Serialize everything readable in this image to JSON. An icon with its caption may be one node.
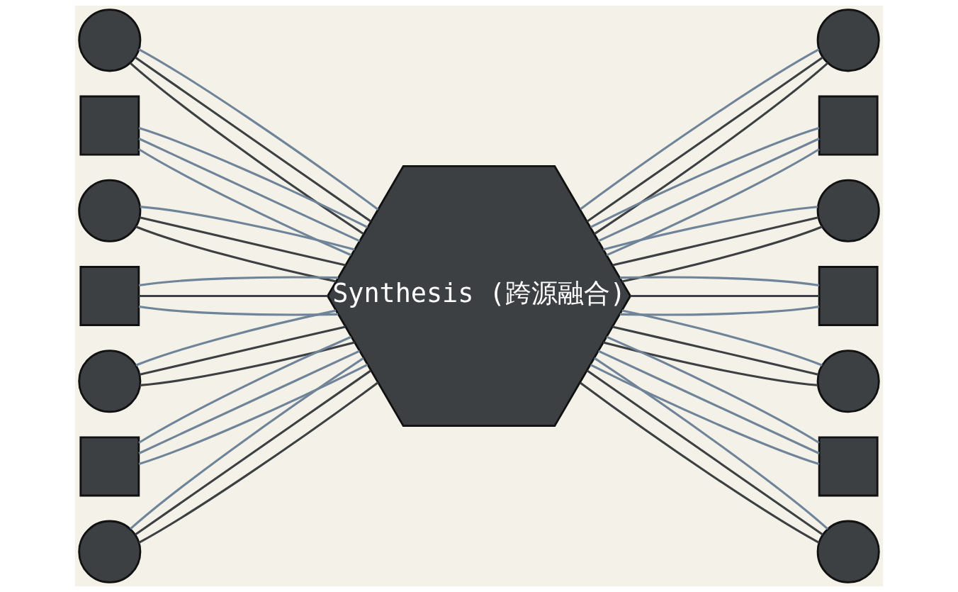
{
  "diagram": {
    "nodes": [
      {
        "text": [
          "Synthesis (跨源融合)"
        ]
      },
      {
        "text": [],
        "shape": "circle"
      },
      {
        "text": [],
        "shape": "box"
      },
      {
        "text": [],
        "shape": "circle"
      },
      {
        "text": [],
        "shape": "box"
      },
      {
        "text": [],
        "shape": "circle"
      },
      {
        "text": [],
        "shape": "box"
      },
      {
        "text": [],
        "shape": "circle"
      },
      {
        "text": [],
        "shape": "circle"
      },
      {
        "text": [],
        "shape": "box"
      },
      {
        "text": [],
        "shape": "circle"
      },
      {
        "text": [],
        "shape": "box"
      },
      {
        "text": [],
        "shape": "circle"
      },
      {
        "text": [],
        "shape": "box"
      },
      {
        "text": [],
        "shape": "circle"
      }
    ],
    "edges": [
      {
        "from": 1,
        "to": 0,
        "arrow": "none",
        "color": "#3d4043"
      },
      {
        "from": 1,
        "to": 0,
        "arrow": "none",
        "color": "#3d4043"
      },
      {
        "from": 1,
        "to": 0,
        "arrow": "none"
      },
      {
        "from": 2,
        "to": 0,
        "arrow": "none"
      },
      {
        "from": 2,
        "to": 0,
        "arrow": "none"
      },
      {
        "from": 2,
        "to": 0,
        "arrow": "none"
      },
      {
        "from": 3,
        "to": 0,
        "arrow": "none",
        "color": "#3d4043"
      },
      {
        "from": 3,
        "to": 0,
        "arrow": "none",
        "color": "#3d4043"
      },
      {
        "from": 3,
        "to": 0,
        "arrow": "none"
      },
      {
        "from": 4,
        "to": 0,
        "arrow": "none"
      },
      {
        "from": 4,
        "to": 0,
        "arrow": "none",
        "color": "#3d4043"
      },
      {
        "from": 4,
        "to": 0,
        "arrow": "none"
      },
      {
        "from": 5,
        "to": 0,
        "arrow": "none",
        "color": "#3d4043"
      },
      {
        "from": 5,
        "to": 0,
        "arrow": "none",
        "color": "#3d4043"
      },
      {
        "from": 5,
        "to": 0,
        "arrow": "none"
      },
      {
        "from": 6,
        "to": 0,
        "arrow": "none"
      },
      {
        "from": 6,
        "to": 0,
        "arrow": "none"
      },
      {
        "from": 6,
        "to": 0,
        "arrow": "none"
      },
      {
        "from": 7,
        "to": 0,
        "arrow": "none",
        "color": "#3d4043"
      },
      {
        "from": 7,
        "to": 0,
        "arrow": "none",
        "color": "#3d4043"
      },
      {
        "from": 7,
        "to": 0,
        "arrow": "none"
      },
      {
        "from": 0,
        "to": 8,
        "arrow": "none",
        "color": "#3d4043"
      },
      {
        "from": 0,
        "to": 8,
        "arrow": "none",
        "color": "#3d4043"
      },
      {
        "from": 0,
        "to": 8,
        "arrow": "none"
      },
      {
        "from": 0,
        "to": 9,
        "arrow": "none"
      },
      {
        "from": 0,
        "to": 9,
        "arrow": "none"
      },
      {
        "from": 0,
        "to": 9,
        "arrow": "none"
      },
      {
        "from": 0,
        "to": 10,
        "arrow": "none",
        "color": "#3d4043"
      },
      {
        "from": 0,
        "to": 10,
        "arrow": "none",
        "color": "#3d4043"
      },
      {
        "from": 0,
        "to": 10,
        "arrow": "none"
      },
      {
        "from": 0,
        "to": 11,
        "arrow": "none"
      },
      {
        "from": 0,
        "to": 11,
        "arrow": "none",
        "color": "#3d4043"
      },
      {
        "from": 0,
        "to": 11,
        "arrow": "none"
      },
      {
        "from": 0,
        "to": 12,
        "arrow": "none",
        "color": "#3d4043"
      },
      {
        "from": 0,
        "to": 12,
        "arrow": "none",
        "color": "#3d4043"
      },
      {
        "from": 0,
        "to": 12,
        "arrow": "none"
      },
      {
        "from": 0,
        "to": 13,
        "arrow": "none"
      },
      {
        "from": 0,
        "to": 13,
        "arrow": "none"
      },
      {
        "from": 0,
        "to": 13,
        "arrow": "none"
      },
      {
        "from": 0,
        "to": 14,
        "arrow": "none",
        "color": "#3d4043"
      },
      {
        "from": 0,
        "to": 14,
        "arrow": "none",
        "color": "#3d4043"
      },
      {
        "from": 0,
        "to": 14,
        "arrow": "none"
      }
    ]
  }
}
